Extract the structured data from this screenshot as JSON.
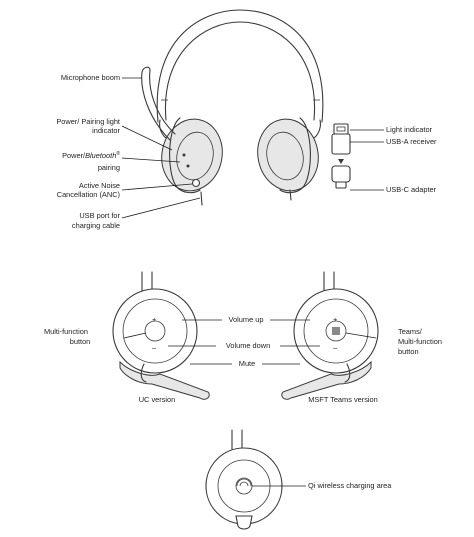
{
  "top_view": {
    "labels": {
      "microphone_boom": "Microphone boom",
      "power_pairing_light_1": "Power/ Pairing light",
      "power_pairing_light_2": "indicator",
      "power_bluetooth_1a": "Power/",
      "power_bluetooth_1b": "Bluetooth",
      "power_bluetooth_1c": "®",
      "power_bluetooth_2": "pairing",
      "anc_1": "Active Noise",
      "anc_2": "Cancellation (ANC)",
      "usb_port_1": "USB port for",
      "usb_port_2": "charging cable",
      "light_indicator": "Light indicator",
      "usb_a_receiver": "USB-A receiver",
      "usb_c_adapter": "USB-C adapter"
    }
  },
  "controls_view": {
    "labels": {
      "volume_up": "Volume up",
      "volume_down": "Volume down",
      "mute": "Mute",
      "multi_function_1": "Multi-function",
      "multi_function_2": "button",
      "teams_1": "Teams/",
      "teams_2": "Multi-function",
      "teams_3": "button",
      "uc_version": "UC version",
      "msft_teams_version": "MSFT Teams version"
    },
    "symbols": {
      "plus": "+",
      "minus": "–"
    }
  },
  "charging_view": {
    "labels": {
      "qi_charging": "Qi wireless charging area"
    }
  }
}
